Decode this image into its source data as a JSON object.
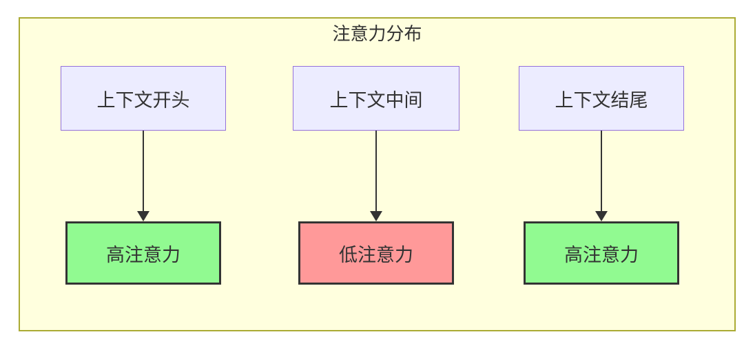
{
  "diagram": {
    "title": "注意力分布",
    "columns": [
      {
        "source": "上下文开头",
        "target": "高注意力",
        "level": "high"
      },
      {
        "source": "上下文中间",
        "target": "低注意力",
        "level": "low"
      },
      {
        "source": "上下文结尾",
        "target": "高注意力",
        "level": "high"
      }
    ],
    "colors": {
      "container_fill": "#ffffde",
      "container_border": "#aaaa33",
      "source_fill": "#ececff",
      "source_border": "#9370db",
      "high_fill": "#91fa91",
      "low_fill": "#ff9999",
      "target_border": "#333333",
      "arrow": "#333333",
      "text": "#333333"
    }
  }
}
